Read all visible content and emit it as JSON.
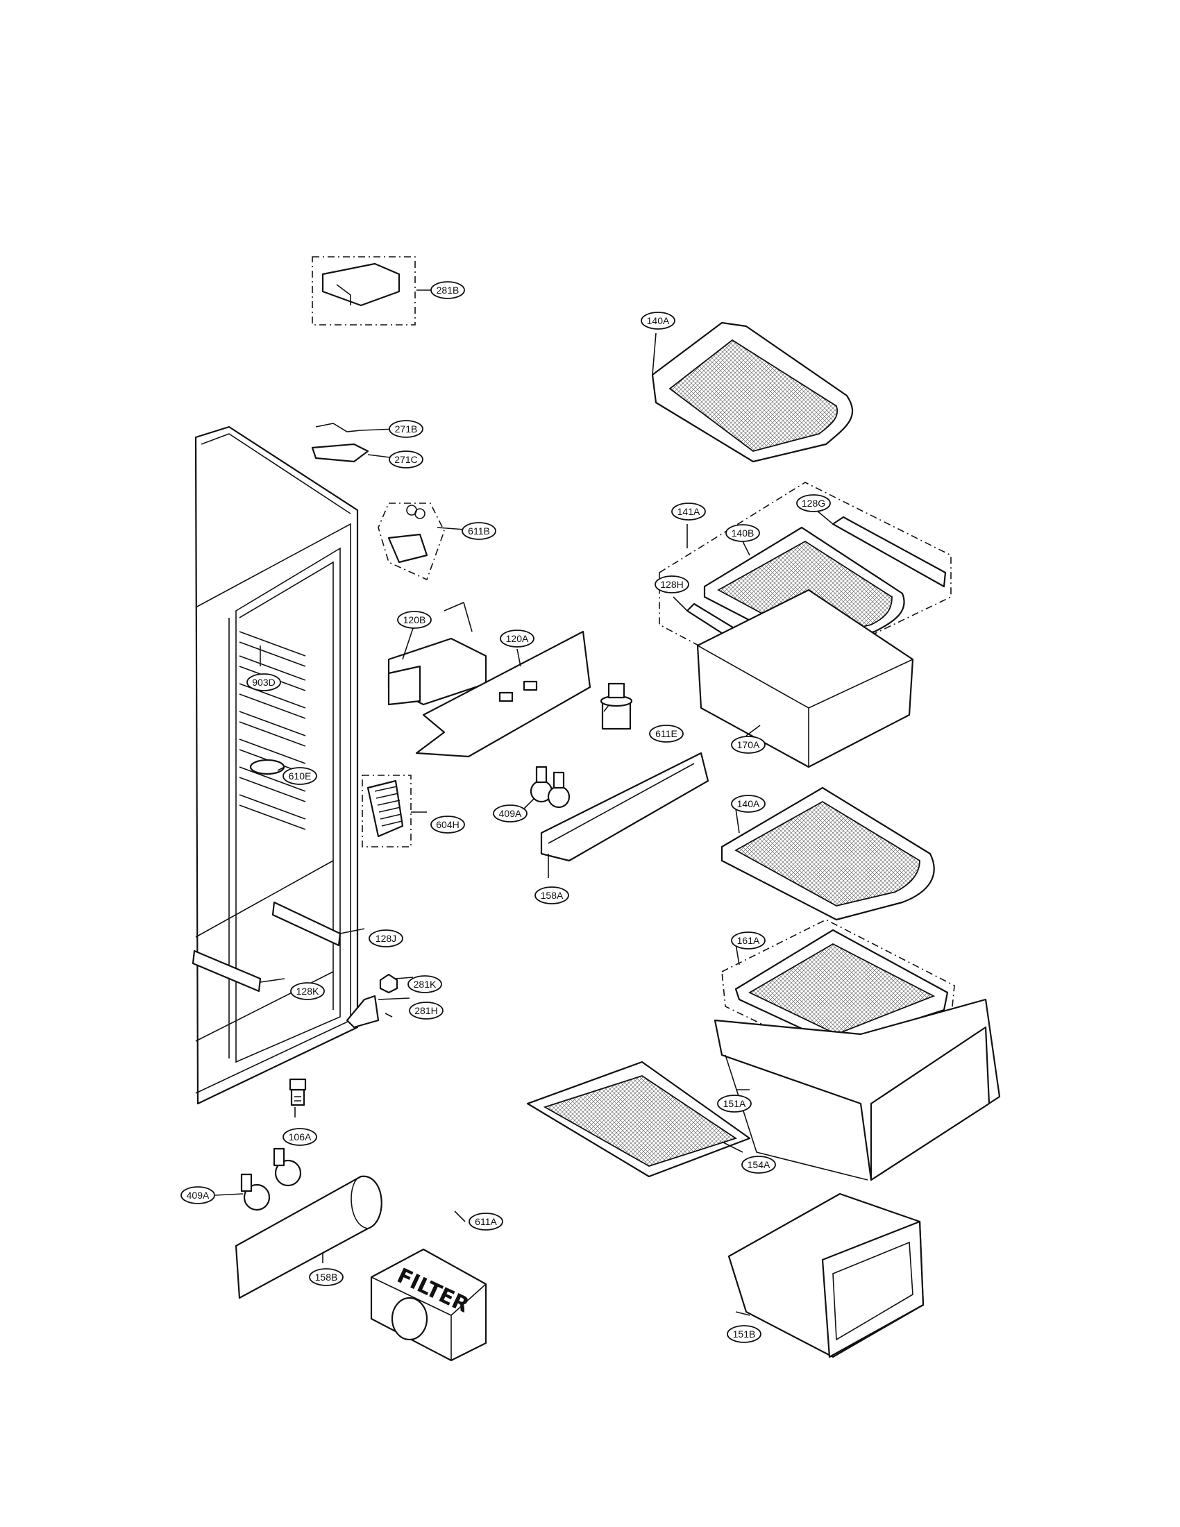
{
  "diagram": {
    "callouts": [
      {
        "id": "c-140A-top",
        "label": "140A"
      },
      {
        "id": "c-281B",
        "label": "281B"
      },
      {
        "id": "c-271B",
        "label": "271B"
      },
      {
        "id": "c-271C",
        "label": "271C"
      },
      {
        "id": "c-611B",
        "label": "611B"
      },
      {
        "id": "c-141A",
        "label": "141A"
      },
      {
        "id": "c-128G",
        "label": "128G"
      },
      {
        "id": "c-140B",
        "label": "140B"
      },
      {
        "id": "c-128H",
        "label": "128H"
      },
      {
        "id": "c-120B",
        "label": "120B"
      },
      {
        "id": "c-120A",
        "label": "120A"
      },
      {
        "id": "c-903D",
        "label": "903D"
      },
      {
        "id": "c-611E",
        "label": "611E"
      },
      {
        "id": "c-170A",
        "label": "170A"
      },
      {
        "id": "c-610E",
        "label": "610E"
      },
      {
        "id": "c-409A-mid",
        "label": "409A"
      },
      {
        "id": "c-604H",
        "label": "604H"
      },
      {
        "id": "c-140A-mid",
        "label": "140A"
      },
      {
        "id": "c-158A",
        "label": "158A"
      },
      {
        "id": "c-128J",
        "label": "128J"
      },
      {
        "id": "c-161A",
        "label": "161A"
      },
      {
        "id": "c-281K",
        "label": "281K"
      },
      {
        "id": "c-128K",
        "label": "128K"
      },
      {
        "id": "c-281H",
        "label": "281H"
      },
      {
        "id": "c-151A",
        "label": "151A"
      },
      {
        "id": "c-106A",
        "label": "106A"
      },
      {
        "id": "c-154A",
        "label": "154A"
      },
      {
        "id": "c-409A-low",
        "label": "409A"
      },
      {
        "id": "c-611A",
        "label": "611A"
      },
      {
        "id": "c-158B",
        "label": "158B"
      },
      {
        "id": "c-151B",
        "label": "151B"
      }
    ],
    "filter_label": "FILTER"
  }
}
